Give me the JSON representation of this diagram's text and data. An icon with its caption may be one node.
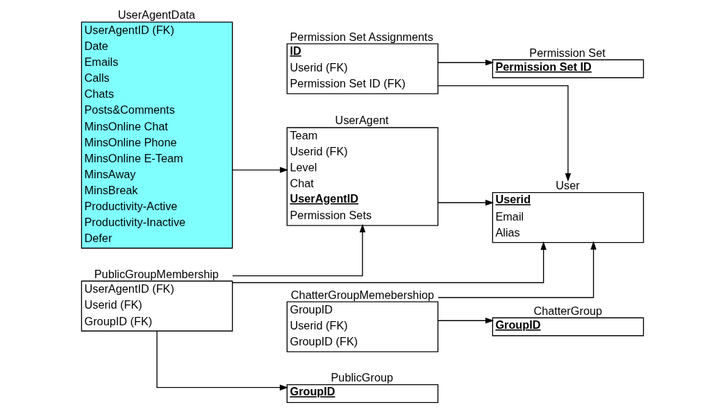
{
  "diagram": {
    "nodes": [
      {
        "text": [
          "Permission Set",
          "**Permission Set ID**"
        ]
      },
      {
        "text": [
          "Permission Set Assignments",
          "**ID**",
          "Userid (FK)",
          "Permission Set ID (FK)"
        ]
      },
      {
        "text": [
          "User",
          "**Userid**",
          "Email",
          "Alias"
        ]
      },
      {
        "text": [
          "ChatterGroup",
          "**GroupID**"
        ]
      },
      {
        "text": [
          "ChatterGroupMemebershiop",
          "GroupID",
          "Userid (FK)",
          "GroupID (FK)"
        ]
      },
      {
        "text": [
          "UserAgent",
          "Team",
          "Userid (FK)",
          "Level",
          "Chat",
          "**UserAgentID**",
          "Permission Sets"
        ]
      },
      {
        "text": [
          "PublicGroupMembership",
          "UserAgentID (FK)",
          "Userid (FK)",
          "GroupID (FK)"
        ]
      },
      {
        "text": [
          "UserAgentData",
          "UserAgentID (FK)",
          "Date",
          "Emails",
          "Calls",
          "Chats",
          "Posts&Comments",
          "MinsOnline Chat",
          "MinsOnline Phone",
          "MinsOnline E-Team",
          "MinsAway",
          "MinsBreak",
          "Productivity-Active",
          "Productivity-Inactive",
          "Defer"
        ]
      },
      {
        "text": [
          "PublicGroup",
          "**GroupID**"
        ]
      }
    ],
    "edges": [
      {
        "from": 1,
        "to": 0,
        "arrow": "to"
      },
      {
        "from": 1,
        "to": 2,
        "arrow": "to"
      },
      {
        "from": 4,
        "to": 3,
        "arrow": "to"
      },
      {
        "from": 4,
        "to": 2,
        "arrow": "to"
      },
      {
        "from": 6,
        "to": 2,
        "arrow": "to"
      },
      {
        "from": 5,
        "to": 2,
        "arrow": "to"
      },
      {
        "from": 6,
        "to": 5,
        "arrow": "to"
      },
      {
        "from": 7,
        "to": 5,
        "arrow": "to"
      },
      {
        "from": 6,
        "to": 8,
        "arrow": "to"
      }
    ]
  }
}
